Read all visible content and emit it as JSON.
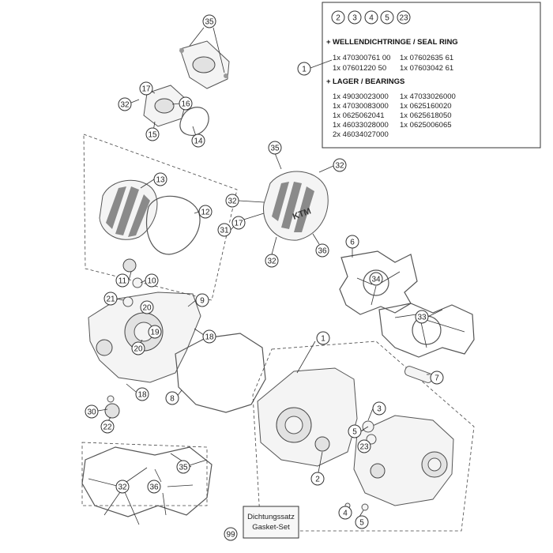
{
  "info_box": {
    "refs": [
      "2",
      "3",
      "4",
      "5",
      "23"
    ],
    "ref_callout": "1",
    "seal_heading": "WELLENDICHTRINGE / SEAL RING",
    "seal_parts": [
      [
        "1x 470300761 00",
        "1x 07602635 61"
      ],
      [
        "1x 07601220 50",
        "1x 07603042 61"
      ]
    ],
    "bearing_heading": "LAGER / BEARINGS",
    "bearing_parts": [
      [
        "1x 49030023000",
        "1x 47033026000"
      ],
      [
        "1x 47030083000",
        "1x 0625160020"
      ],
      [
        "1x 0625062041",
        "1x 0625618050"
      ],
      [
        "1x 46033028000",
        "1x 0625006065"
      ],
      [
        "2x 46034027000",
        ""
      ]
    ]
  },
  "gasket_set": {
    "callout": "99",
    "line1": "Dichtungssatz",
    "line2": "Gasket-Set"
  },
  "callouts": {
    "c35a": "35",
    "c17a": "17",
    "c32a": "32",
    "c16": "16",
    "c15": "15",
    "c14": "14",
    "c13": "13",
    "c12": "12",
    "c35b": "35",
    "c32b": "32",
    "c32c": "32",
    "c17b": "17",
    "c31": "31",
    "c32d": "32",
    "c36a": "36",
    "c6": "6",
    "c34": "34",
    "c33": "33",
    "c11": "11",
    "c10": "10",
    "c21": "21",
    "c20a": "20",
    "c9": "9",
    "c19": "19",
    "c20b": "20",
    "c18a": "18",
    "c18b": "18",
    "c8": "8",
    "c7": "7",
    "c1b": "1",
    "c3": "3",
    "c5": "5",
    "c23": "23",
    "c2": "2",
    "c4": "4",
    "c30": "30",
    "c22": "22",
    "c35c": "35",
    "c32e": "32",
    "c36b": "36"
  },
  "logo_text": "KTM"
}
